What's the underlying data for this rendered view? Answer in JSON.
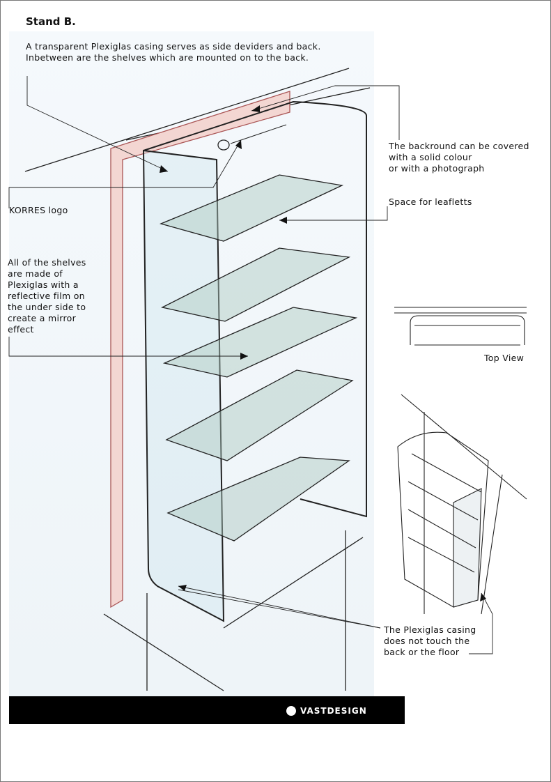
{
  "title": "Stand B.",
  "intro": "A transparent Plexiglas casing serves as side deviders and back.\nInbetween are the shelves which are mounted on to the back.",
  "annotations": {
    "background": "The backround can be covered\nwith a solid colour\nor with a photograph",
    "leaflets": "Space for leafletts",
    "logo": "KORRES logo",
    "shelves": "All of the shelves\nare made of\nPlexiglas with a\nreflective film on\nthe under side to\ncreate a mirror\neffect",
    "top_view": "Top View",
    "casing": "The Plexiglas casing\ndoes not touch the\nback or the floor"
  },
  "footer": {
    "brand": "VASTDESIGN"
  }
}
